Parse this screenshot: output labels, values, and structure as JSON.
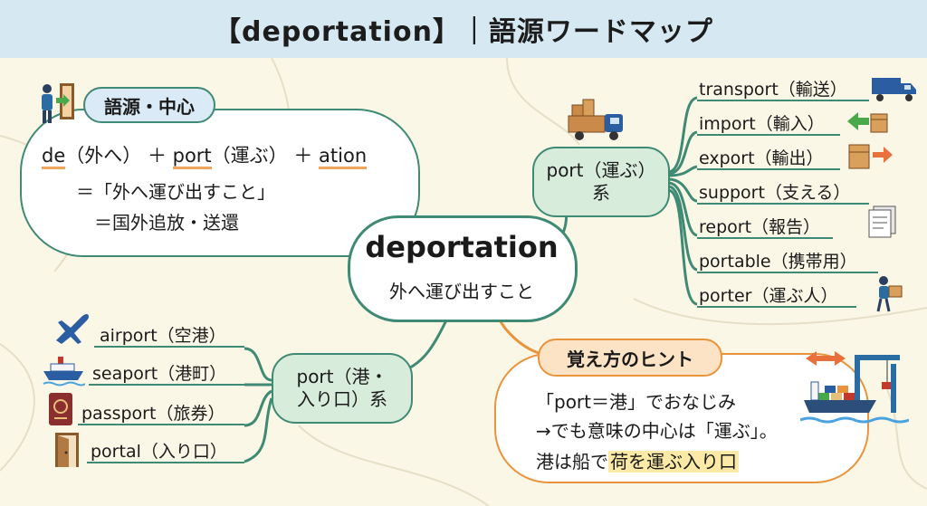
{
  "title": "【deportation】｜語源ワードマップ",
  "center": {
    "word": "deportation",
    "meaning": "外へ運び出すこと"
  },
  "origin": {
    "label": "語源・中心",
    "formula": {
      "p1": "de",
      "p1_note": "（外へ）",
      "plus1": "＋",
      "p2": "port",
      "p2_note": "（運ぶ）",
      "plus2": "＋",
      "p3": "ation"
    },
    "line2": "＝「外へ運び出すこと」",
    "line3": "＝国外追放・送還"
  },
  "carry": {
    "label_line1": "port（運ぶ）",
    "label_line2": "系",
    "words": [
      {
        "text": "transport（輸送）",
        "icon": "truck-icon"
      },
      {
        "text": "import（輸入）",
        "icon": "import-box-icon"
      },
      {
        "text": "export（輸出）",
        "icon": "export-box-icon"
      },
      {
        "text": "support（支える）"
      },
      {
        "text": "report（報告）",
        "icon": "document-icon"
      },
      {
        "text": "portable（携帯用）"
      },
      {
        "text": "porter（運ぶ人）",
        "icon": "porter-icon"
      }
    ]
  },
  "harbor": {
    "label_line1": "port（港・",
    "label_line2": "入り口）系",
    "words": [
      {
        "text": "airport（空港）",
        "icon": "airplane-icon"
      },
      {
        "text": "seaport（港町）",
        "icon": "ship-icon"
      },
      {
        "text": "passport（旅券）",
        "icon": "passport-icon"
      },
      {
        "text": "portal（入り口）",
        "icon": "door-icon"
      }
    ]
  },
  "hint": {
    "label": "覚え方のヒント",
    "line1": "「port＝港」でおなじみ",
    "line2": "→でも意味の中心は「運ぶ」。",
    "line3_pre": "港は船で",
    "line3_hl": "荷を運ぶ入り口"
  },
  "colors": {
    "green": "#3f8a74",
    "orange": "#e8943c",
    "title_bg": "#d6e9f2"
  }
}
